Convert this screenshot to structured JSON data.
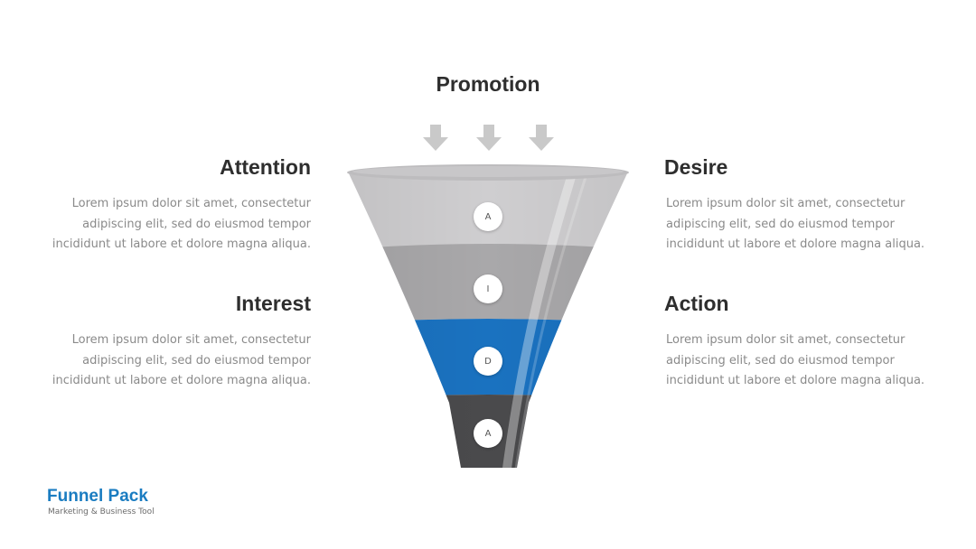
{
  "diagram": {
    "title": "Promotion",
    "stages": [
      {
        "heading": "Attention",
        "text": "Lorem ipsum dolor sit amet, consectetur adipiscing elit, sed do eiusmod tempor incididunt ut labore et dolore magna aliqua.",
        "letter": "A",
        "color": "#cfced0"
      },
      {
        "heading": "Interest",
        "text": "Lorem ipsum dolor sit amet, consectetur adipiscing elit, sed do eiusmod tempor incididunt ut labore et dolore magna aliqua.",
        "letter": "I",
        "color": "#a9a8aa"
      },
      {
        "heading": "Desire",
        "text": "Lorem ipsum dolor sit amet, consectetur adipiscing elit, sed do eiusmod tempor incididunt ut labore et dolore magna aliqua.",
        "letter": "D",
        "color": "#1a72c0"
      },
      {
        "heading": "Action",
        "text": "Lorem ipsum dolor sit amet, consectetur adipiscing elit, sed do eiusmod tempor incididunt ut labore et dolore magna aliqua.",
        "letter": "A",
        "color": "#4a4a4c"
      }
    ],
    "arrow_color": "#c9c9c9"
  },
  "brand": {
    "title": "Funnel Pack",
    "subtitle": "Marketing & Business Tool",
    "color": "#1a7cc1"
  }
}
